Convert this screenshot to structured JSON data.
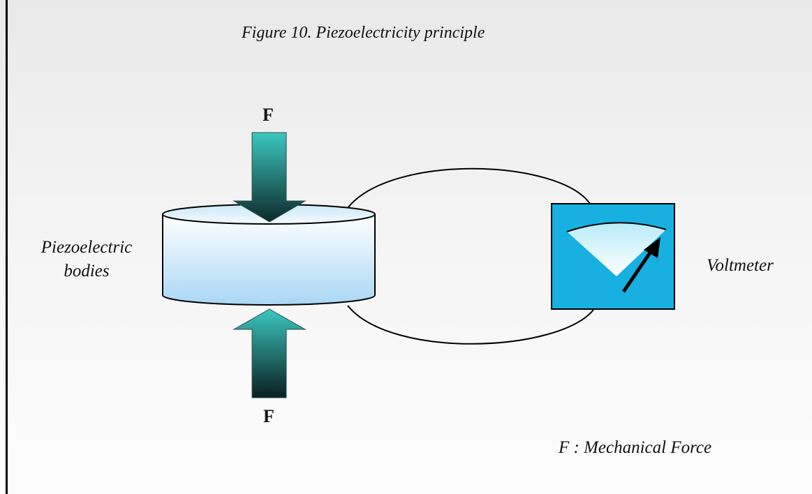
{
  "figure": {
    "title": "Figure 10. Piezoelectricity principle"
  },
  "labels": {
    "force_top": "F",
    "force_bottom": "F",
    "body_line1": "Piezoelectric",
    "body_line2": "bodies",
    "voltmeter": "Voltmeter",
    "legend": "F : Mechanical Force"
  },
  "colors": {
    "arrow_light": "#3cc7c0",
    "arrow_dark": "#0d2a2a",
    "body_light": "#ffffff",
    "body_blue": "#bfe2f7",
    "voltmeter_face": "#17b0e0",
    "voltmeter_sector": "#d9f5fb",
    "outline": "#000000"
  },
  "icons": {
    "body": "piezo-cylinder-icon",
    "meter": "voltmeter-icon",
    "force": "down-arrow-icon"
  }
}
